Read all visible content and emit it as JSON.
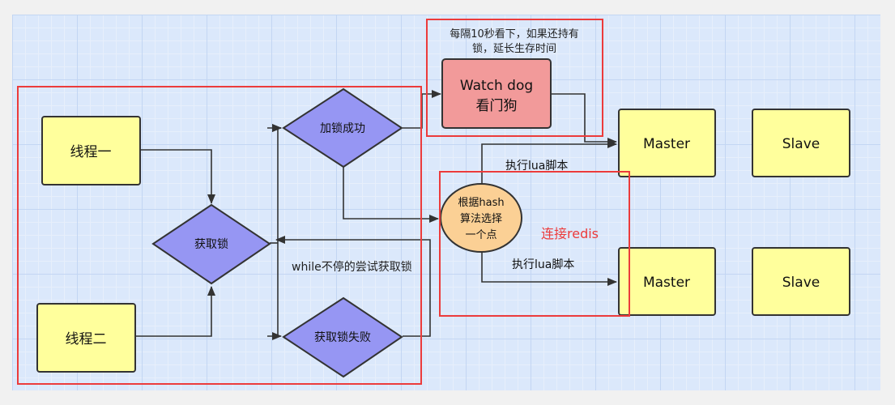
{
  "nodes": {
    "thread1": "线程一",
    "thread2": "线程二",
    "acquire_lock": "获取锁",
    "lock_success": "加锁成功",
    "lock_failed": "获取锁失败",
    "hash_select": [
      "根据hash",
      "算法选择",
      "一个点"
    ],
    "watchdog": [
      "Watch dog",
      "看门狗"
    ],
    "master1": "Master",
    "master2": "Master",
    "slave1": "Slave",
    "slave2": "Slave"
  },
  "labels": {
    "retry_loop": "while不停的尝试获取锁",
    "exec_lua_top": "执行lua脚本",
    "exec_lua_bottom": "执行lua脚本",
    "watchdog_note": [
      "每隔10秒看下，如果还持有",
      "锁，延长生存时间"
    ],
    "connect_redis": "连接redis"
  },
  "colors": {
    "grid_bg": "#dbe8fb",
    "yellow_fill": "#ffff9c",
    "diamond_fill": "#9696f3",
    "circle_fill": "#fbd095",
    "watchdog_fill": "#f29a9a",
    "highlight_red": "#ec3b3b"
  }
}
